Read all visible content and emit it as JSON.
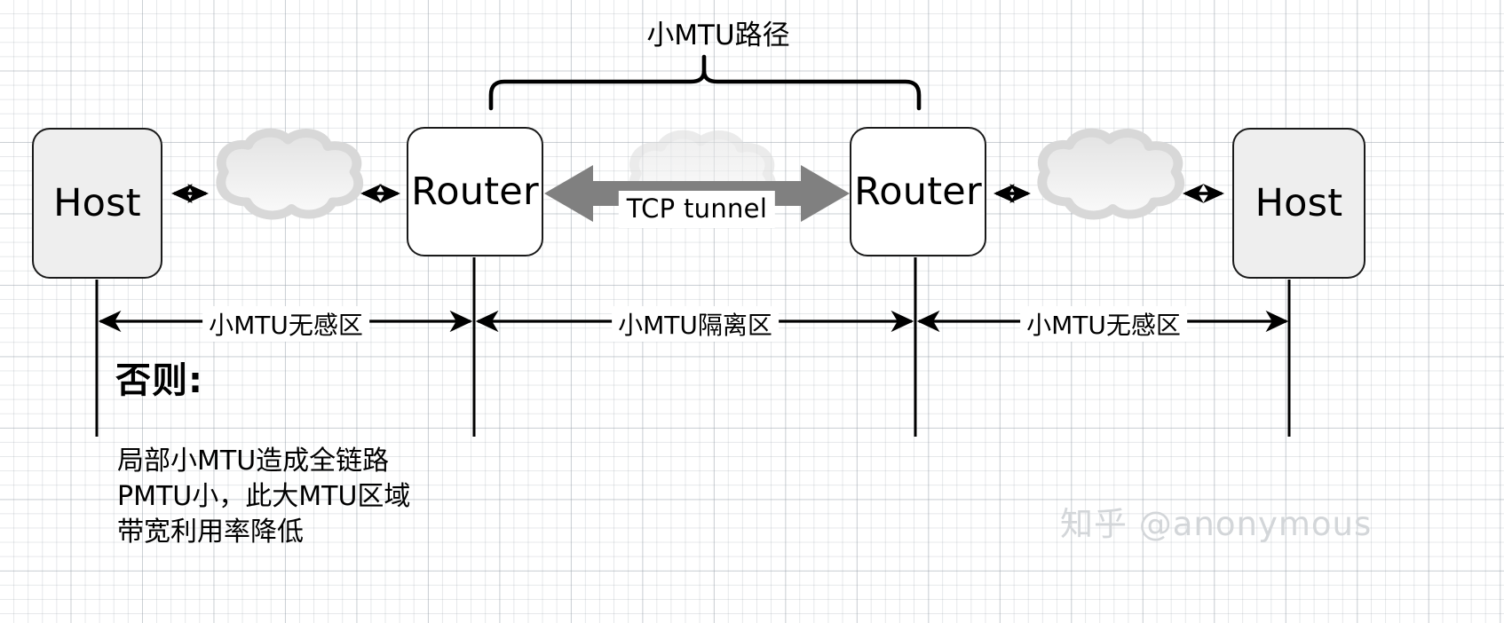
{
  "diagram": {
    "title_top": "小MTU路径",
    "watermark": "知乎 @anonymous",
    "colors": {
      "host_fill": "#eeeeee",
      "router_fill": "#ffffff",
      "stroke": "#1a1a1a",
      "tunnel_arrow": "#808080",
      "cloud_fill": "#efefef",
      "cloud_stroke": "#d8d8d8",
      "grid_minor": "#e4e7ea",
      "grid_major": "#c9ced3",
      "watermark": "#d3d6d9"
    },
    "nodes": [
      {
        "id": "host-left",
        "label": "Host",
        "type": "host"
      },
      {
        "id": "router-left",
        "label": "Router",
        "type": "router"
      },
      {
        "id": "router-right",
        "label": "Router",
        "type": "router"
      },
      {
        "id": "host-right",
        "label": "Host",
        "type": "host"
      }
    ],
    "clouds": [
      {
        "id": "cloud-left",
        "faded": false
      },
      {
        "id": "cloud-center",
        "faded": true
      },
      {
        "id": "cloud-right",
        "faded": false
      }
    ],
    "tunnel": {
      "label": "TCP tunnel"
    },
    "zones": [
      {
        "id": "zone-left",
        "label": "小MTU无感区"
      },
      {
        "id": "zone-center",
        "label": "小MTU隔离区"
      },
      {
        "id": "zone-right",
        "label": "小MTU无感区"
      }
    ],
    "annotation": {
      "heading": "否则:",
      "body": "局部小MTU造成全链路\nPMTU小，此大MTU区域\n带宽利用率降低"
    }
  }
}
